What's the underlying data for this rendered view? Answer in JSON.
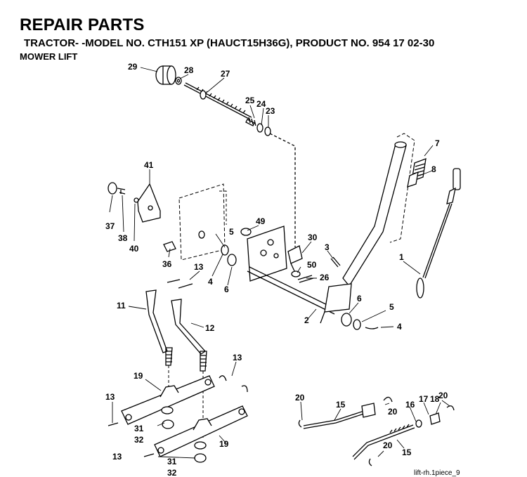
{
  "header": {
    "title": "REPAIR PARTS",
    "subtitle": "TRACTOR- -MODEL NO. CTH151 XP (HAUCT15H36G), PRODUCT NO. 954 17 02-30",
    "section": "MOWER LIFT"
  },
  "figure_id": "lift-rh.1piece_9",
  "callouts": [
    "1",
    "2",
    "3",
    "4",
    "5",
    "6",
    "7",
    "8",
    "11",
    "12",
    "13",
    "15",
    "16",
    "17",
    "18",
    "19",
    "20",
    "23",
    "24",
    "25",
    "26",
    "27",
    "28",
    "29",
    "30",
    "31",
    "32",
    "36",
    "37",
    "38",
    "40",
    "41",
    "49",
    "50"
  ]
}
